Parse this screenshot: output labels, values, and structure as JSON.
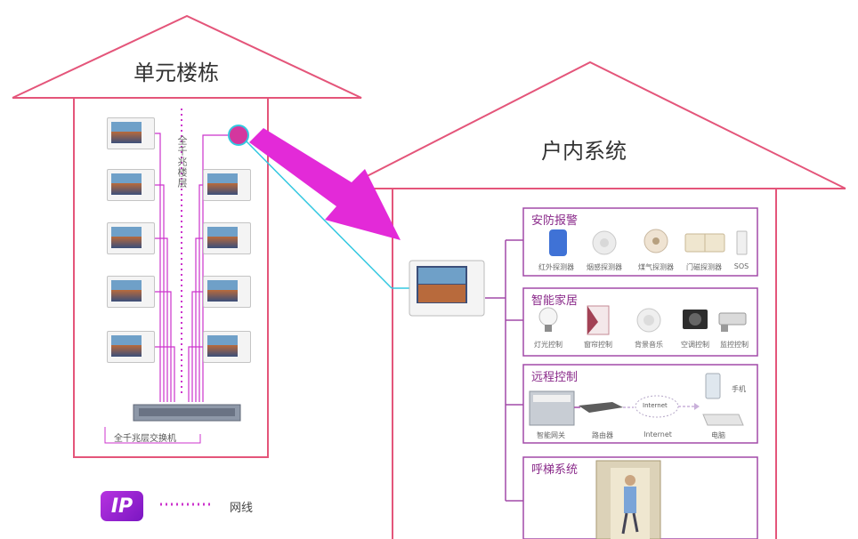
{
  "building": {
    "title": "单元楼栋",
    "cable_label": "全千兆楼层",
    "switch_label": "全千兆层交换机"
  },
  "home": {
    "title": "户内系统",
    "sections": [
      {
        "title": "安防报警",
        "items": [
          "红外探测器",
          "烟感探测器",
          "煤气探测器",
          "门磁探测器",
          "SOS"
        ]
      },
      {
        "title": "智能家居",
        "items": [
          "灯光控制",
          "窗帘控制",
          "背景音乐",
          "空调控制",
          "监控控制"
        ]
      },
      {
        "title": "远程控制",
        "items": [
          "智能网关",
          "路由器",
          "Internet",
          "电脑",
          "手机"
        ],
        "cloud_label": "Internet"
      },
      {
        "title": "呼梯系统",
        "items": []
      }
    ]
  },
  "legend": {
    "logo_text": "IP",
    "line_label": "网线"
  },
  "colors": {
    "outline": "#e4557a",
    "section_border": "#a24aa8",
    "cable": "#cc33cc",
    "arrow": "#e32ad8",
    "link": "#33c8e0"
  }
}
